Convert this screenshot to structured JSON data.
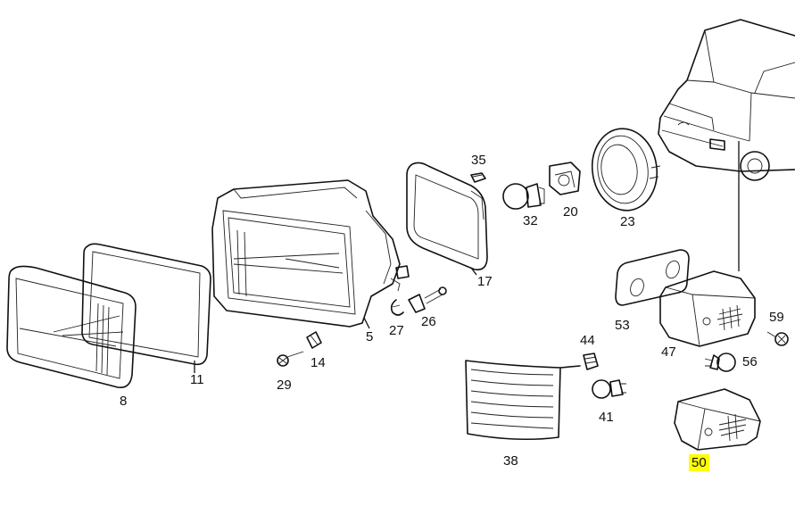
{
  "labels": {
    "p8": "8",
    "p11": "11",
    "p29": "29",
    "p14": "14",
    "p5": "5",
    "p27": "27",
    "p26": "26",
    "p17": "17",
    "p35": "35",
    "p32": "32",
    "p20": "20",
    "p23": "23",
    "p53": "53",
    "p47": "47",
    "p59": "59",
    "p56": "56",
    "p44": "44",
    "p41": "41",
    "p38": "38",
    "p50": "50"
  },
  "highlight": {
    "label": "50",
    "color": "#ffff00"
  },
  "icons": [
    "headlight-lens",
    "lens-seal",
    "headlight-housing",
    "reflector-ring",
    "bulb",
    "bulb-socket",
    "dust-cover",
    "truck-illustration",
    "indicator-lamp",
    "gasket",
    "screw",
    "clip",
    "lens-cover"
  ]
}
